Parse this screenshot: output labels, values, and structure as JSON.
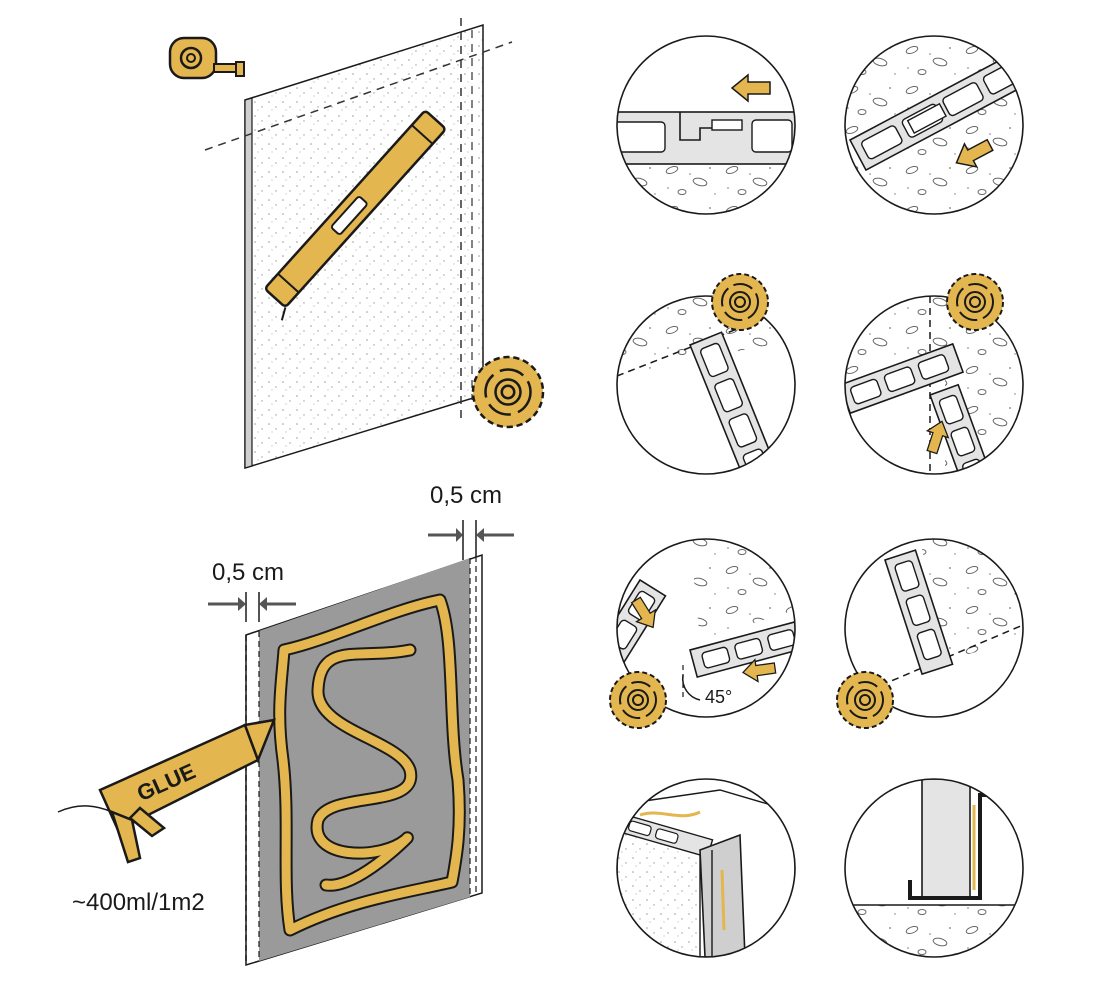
{
  "colors": {
    "accent": "#E3B64F",
    "outline": "#1A1A1A",
    "panel_gray": "#9A9A9A",
    "light_gray": "#E2E2E2",
    "background": "#FFFFFF"
  },
  "labels": {
    "gap_top": "0,5 cm",
    "gap_left": "0,5 cm",
    "glue_word": "GLUE",
    "consumption": "~400ml/1m2",
    "angle": "45°"
  },
  "icons": [
    "tape-measure-icon",
    "spirit-level-icon",
    "saw-blade-icon",
    "glue-gun-icon",
    "arrow-icon"
  ],
  "steps": [
    {
      "id": "measure-cut-panel"
    },
    {
      "id": "apply-glue"
    },
    {
      "id": "join-tongue-groove-left"
    },
    {
      "id": "join-tongue-groove-right"
    },
    {
      "id": "cut-corner-a"
    },
    {
      "id": "cut-corner-b"
    },
    {
      "id": "miter-45"
    },
    {
      "id": "cut-edge"
    },
    {
      "id": "edge-profile"
    },
    {
      "id": "floor-profile"
    }
  ]
}
